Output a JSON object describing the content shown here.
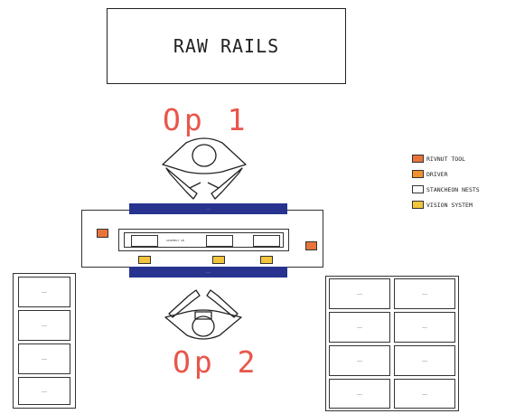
{
  "raw_rails": {
    "label": "RAW RAILS"
  },
  "operators": [
    {
      "label": "Op 1"
    },
    {
      "label": "Op 2"
    }
  ],
  "legend": [
    {
      "label": "RIVNUT TOOL",
      "color": "#e8743a"
    },
    {
      "label": "DRIVER",
      "color": "#f0922e"
    },
    {
      "label": "STANCHEON NESTS",
      "color": "#ffffff"
    },
    {
      "label": "VISION SYSTEM",
      "color": "#f2c53d"
    }
  ],
  "station": {
    "top_bar_label": "———",
    "bottom_bar_label": "———",
    "fixture_label": "ASSEMBLY AB",
    "bar_color": "#27338f"
  },
  "left_rack": {
    "cells": [
      "———",
      "———",
      "———",
      "———"
    ]
  },
  "right_rack": {
    "cells": [
      "———",
      "———",
      "———",
      "———",
      "———",
      "———",
      "———",
      "———"
    ]
  }
}
